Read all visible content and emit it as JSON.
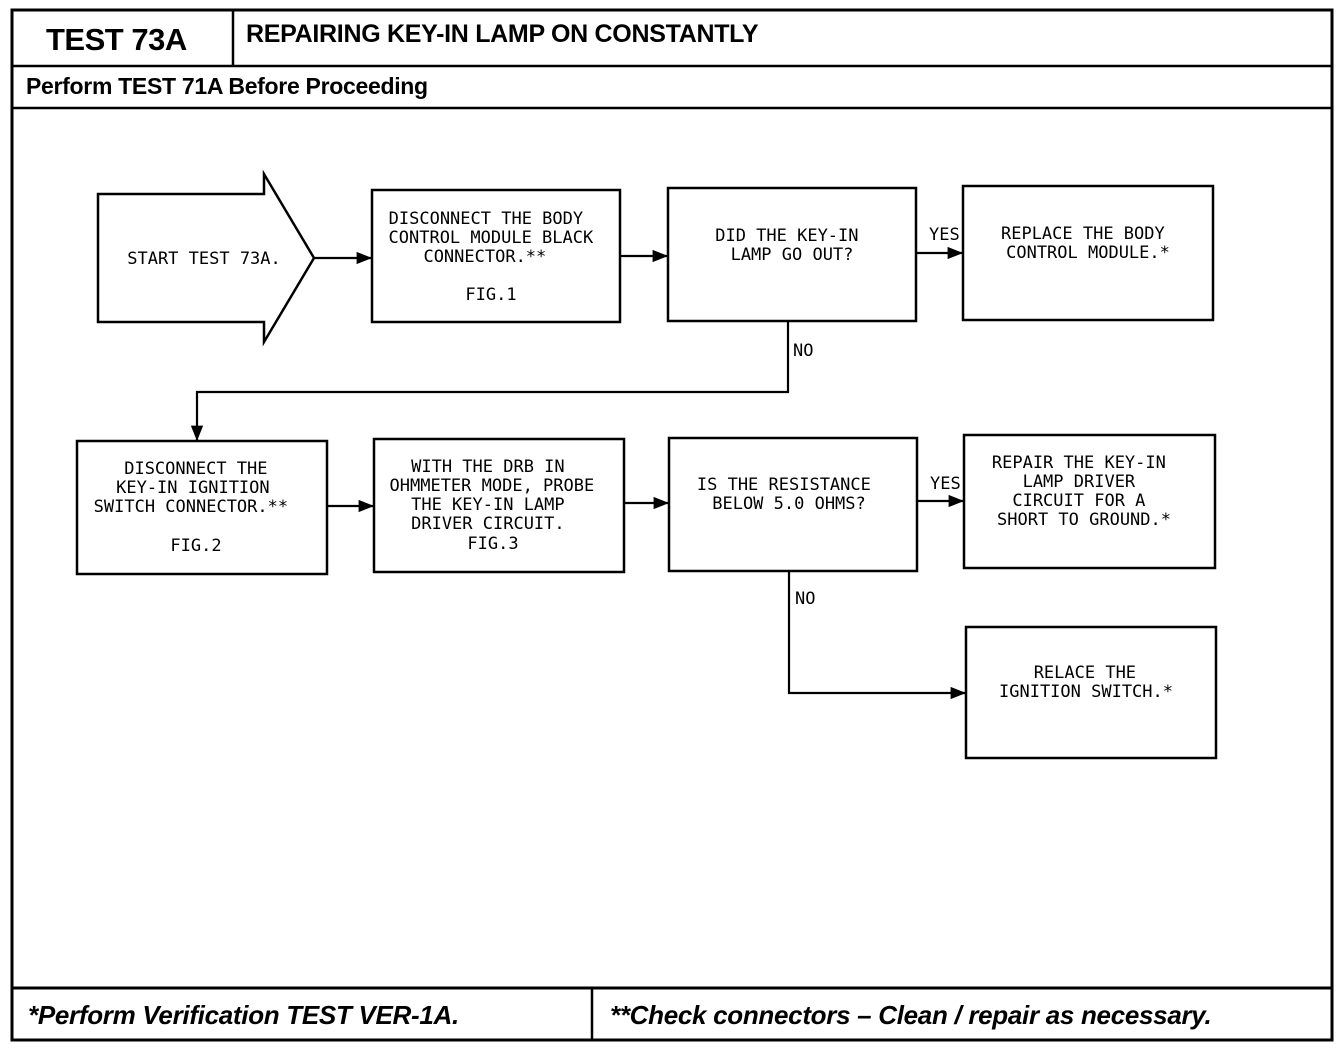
{
  "header": {
    "test_id": "TEST 73A",
    "title": "REPAIRING KEY-IN LAMP ON CONSTANTLY",
    "prerequisite": "Perform TEST 71A Before Proceeding"
  },
  "flowchart": {
    "start": "START TEST 73A.",
    "steps": {
      "disconnect_bcm": [
        "DISCONNECT THE BODY",
        "CONTROL MODULE BLACK",
        "CONNECTOR.**",
        "",
        "FIG.1"
      ],
      "lamp_out_question": [
        "DID THE KEY-IN",
        "LAMP GO OUT?"
      ],
      "replace_bcm": [
        "REPLACE THE BODY",
        "CONTROL MODULE.*"
      ],
      "disconnect_ignition": [
        "DISCONNECT THE",
        "KEY-IN IGNITION",
        "SWITCH CONNECTOR.**",
        "",
        "FIG.2"
      ],
      "probe_circuit": [
        "WITH THE DRB IN",
        "OHMMETER MODE, PROBE",
        "THE KEY-IN LAMP",
        "DRIVER CIRCUIT.",
        "FIG.3"
      ],
      "resistance_question": [
        "IS THE RESISTANCE",
        "BELOW 5.0 OHMS?"
      ],
      "repair_driver": [
        "REPAIR THE KEY-IN",
        "LAMP DRIVER",
        "CIRCUIT FOR A",
        "SHORT TO GROUND.*"
      ],
      "replace_ignition": [
        "RELACE THE",
        "IGNITION SWITCH.*"
      ]
    },
    "labels": {
      "yes_1": "YES",
      "no_1": "NO",
      "yes_2": "YES",
      "no_2": "NO"
    }
  },
  "footer": {
    "note_left": "*Perform Verification TEST VER-1A.",
    "note_right": "**Check connectors – Clean / repair as necessary."
  }
}
